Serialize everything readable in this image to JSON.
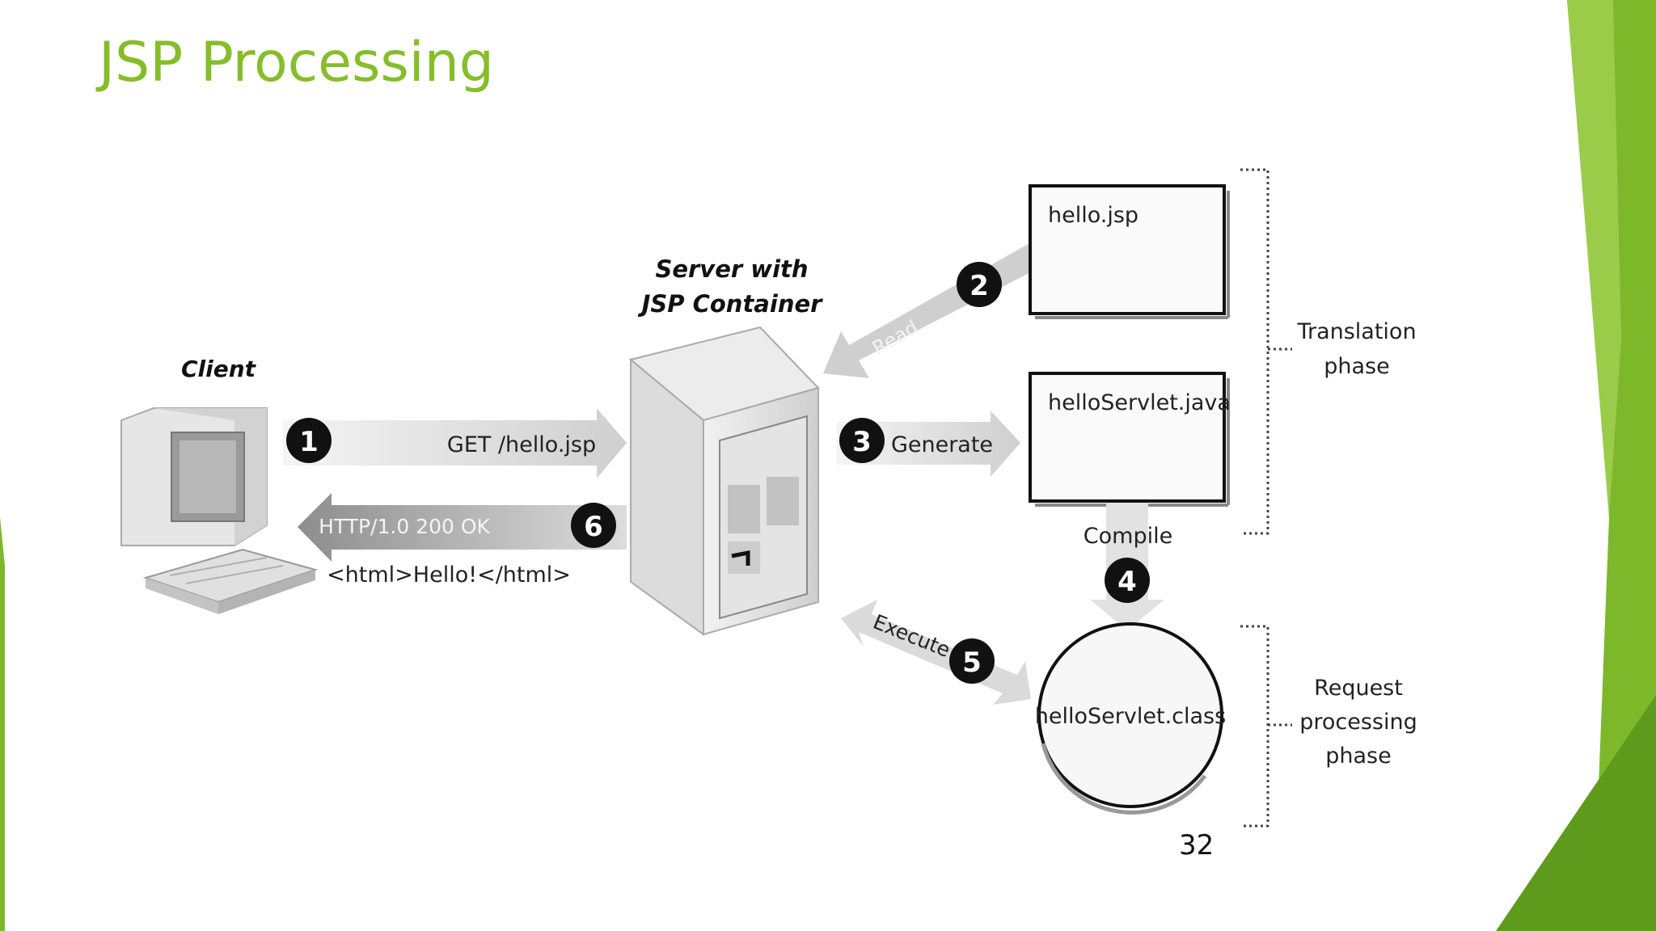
{
  "slide": {
    "title": "JSP Processing",
    "page_number": "32"
  },
  "diagram": {
    "client_label": "Client",
    "server_label_line1": "Server with",
    "server_label_line2": "JSP Container",
    "files": {
      "jsp": "hello.jsp",
      "java": "helloServlet.java",
      "class": "helloServlet.class"
    },
    "arrows": {
      "request": "GET /hello.jsp",
      "read": "Read",
      "generate": "Generate",
      "compile": "Compile",
      "execute": "Execute",
      "response_line1": "HTTP/1.0 200 OK",
      "response_line2": "<html>Hello!</html>"
    },
    "steps": [
      "1",
      "2",
      "3",
      "4",
      "5",
      "6"
    ],
    "phases": {
      "translation_line1": "Translation",
      "translation_line2": "phase",
      "request_line1": "Request",
      "request_line2": "processing",
      "request_line3": "phase"
    }
  },
  "colors": {
    "title": "#86bd2a",
    "accent_green": "#7db82a",
    "step_circle": "#111111",
    "arrow_fill": "#d8d8d8"
  }
}
